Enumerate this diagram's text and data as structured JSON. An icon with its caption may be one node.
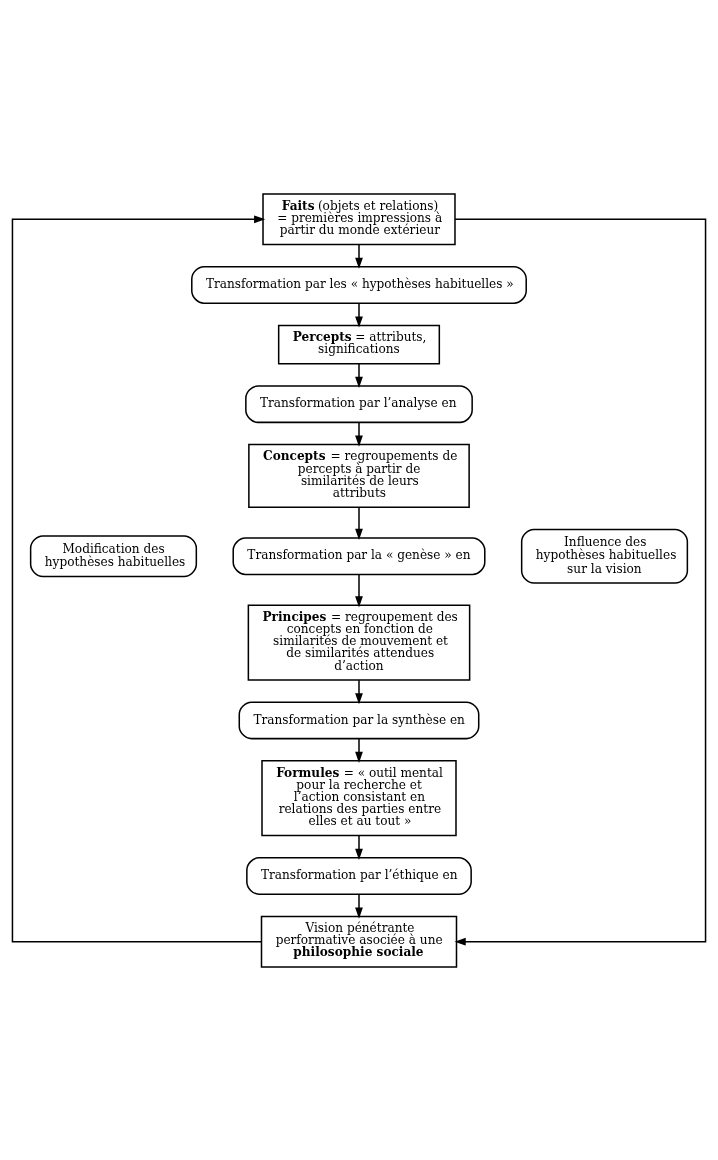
{
  "diagram": {
    "nodes": [
      {
        "text": [
          "**Faits** (objets et relations) = premières impressions à partir du monde extérieur"
        ]
      },
      {
        "text": [
          "Transformation par les « hypothèses habituelles »"
        ]
      },
      {
        "text": [
          "**Percepts** = attributs, significations"
        ]
      },
      {
        "text": [
          "Transformation par l’analyse en"
        ]
      },
      {
        "text": [
          "**Concepts** = regroupements de percepts à partir de similarités de leurs attributs"
        ]
      },
      {
        "text": [
          "Transformation par la « genèse » en"
        ]
      },
      {
        "text": [
          "**Principes** = regroupement des concepts en fonction de similarités de mouvement et de similarités attendues d’action"
        ]
      },
      {
        "text": [
          "Transformation par la synthèse en"
        ]
      },
      {
        "text": [
          "**Formules** = « outil mental pour la recherche et l’action consistant en relations des parties entre elles et au tout »"
        ]
      },
      {
        "text": [
          "Transformation par l’éthique en"
        ]
      },
      {
        "text": [
          "Vision pénétrante performative asociée à une **philosophie sociale**"
        ]
      },
      {
        "text": [
          "Modification des hypothèses habituelles"
        ]
      },
      {
        "text": [
          "Influence des hypothèses habituelles sur la vision"
        ]
      }
    ],
    "edges": [
      {
        "from": 0,
        "to": 1,
        "arrow": "to"
      },
      {
        "from": 1,
        "to": 2,
        "arrow": "to"
      },
      {
        "from": 2,
        "to": 3,
        "arrow": "to"
      },
      {
        "from": 3,
        "to": 4,
        "arrow": "to"
      },
      {
        "from": 4,
        "to": 5,
        "arrow": "to"
      },
      {
        "from": 5,
        "to": 6,
        "arrow": "to"
      },
      {
        "from": 6,
        "to": 7,
        "arrow": "to"
      },
      {
        "from": 7,
        "to": 8,
        "arrow": "to"
      },
      {
        "from": 8,
        "to": 9,
        "arrow": "to"
      },
      {
        "from": 9,
        "to": 10,
        "arrow": "to"
      },
      {
        "from": 10,
        "to": 0,
        "arrow": "to"
      },
      {
        "from": 0,
        "to": 10,
        "arrow": "to"
      }
    ]
  }
}
